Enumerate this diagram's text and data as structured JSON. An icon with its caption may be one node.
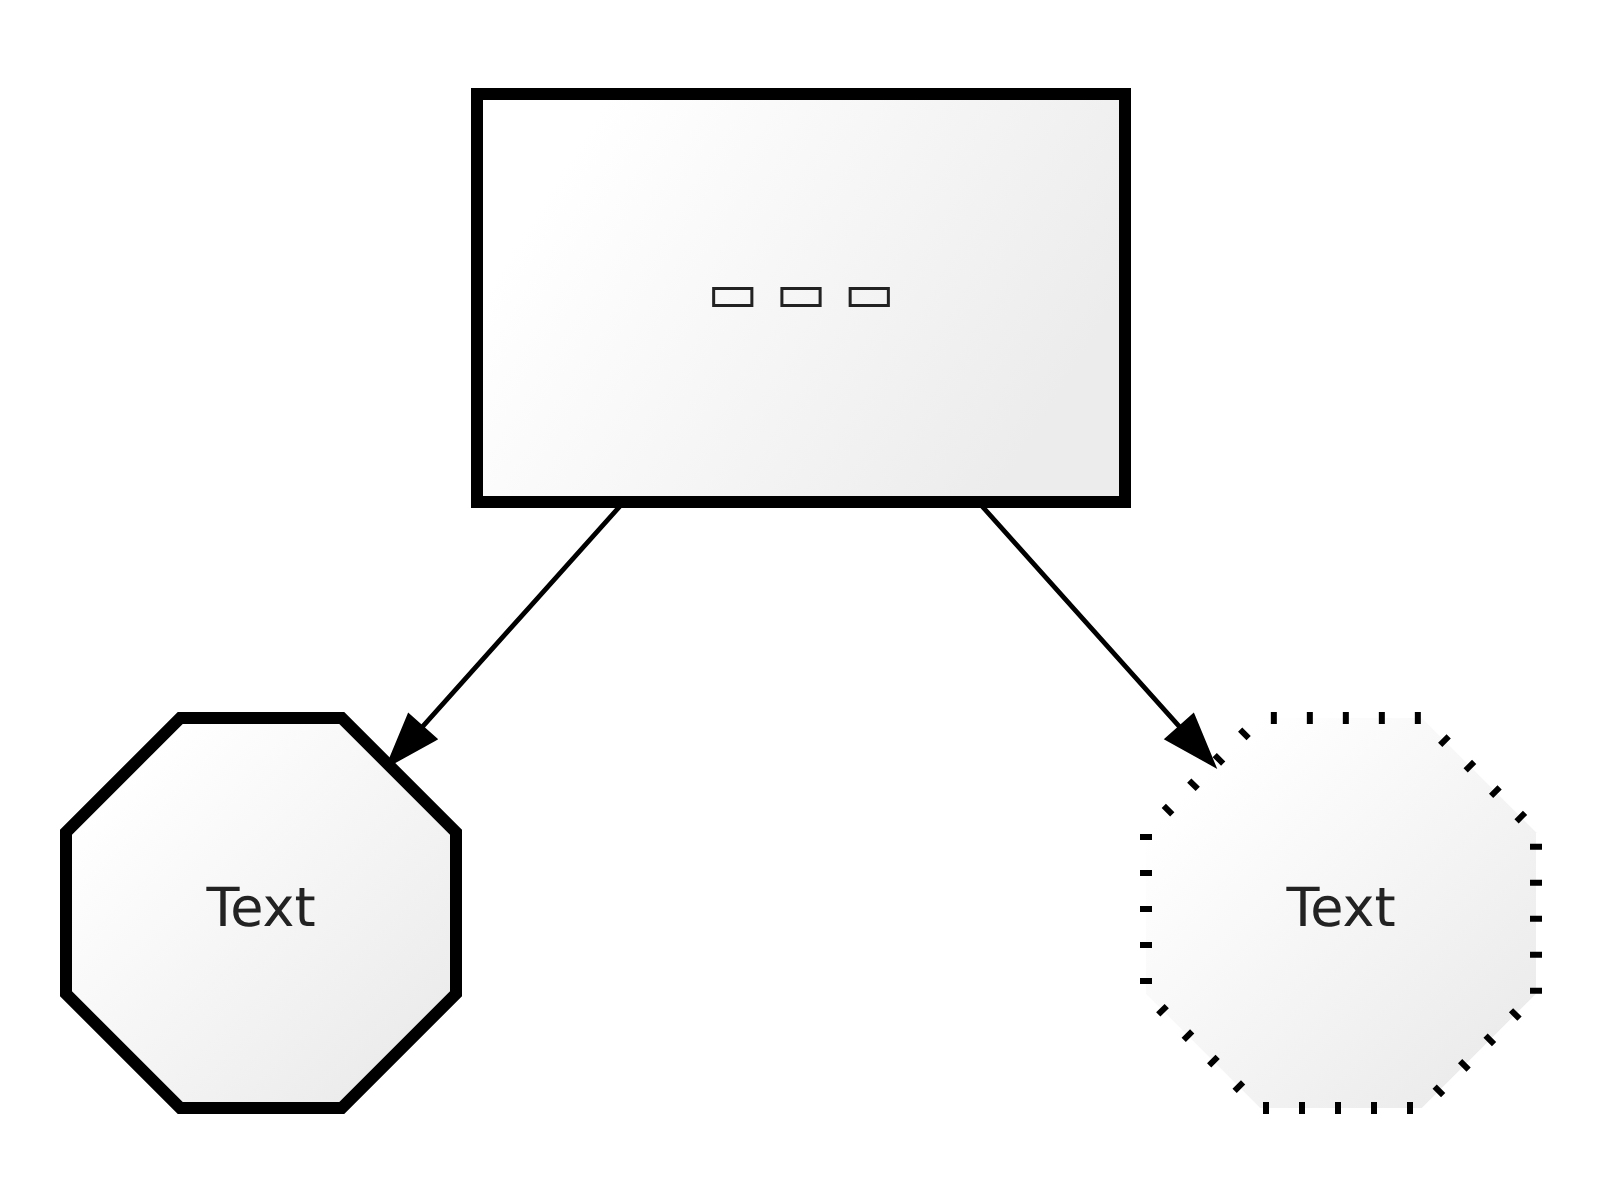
{
  "diagram": {
    "nodes": [
      {
        "text": [
          "▭ ▭ ▭"
        ]
      },
      {
        "text": [
          "Text"
        ]
      },
      {
        "text": [
          "Text"
        ]
      }
    ],
    "edges": [
      {
        "from": 0,
        "to": 1,
        "arrow": "to"
      },
      {
        "from": 0,
        "to": 2,
        "arrow": "to"
      }
    ]
  }
}
